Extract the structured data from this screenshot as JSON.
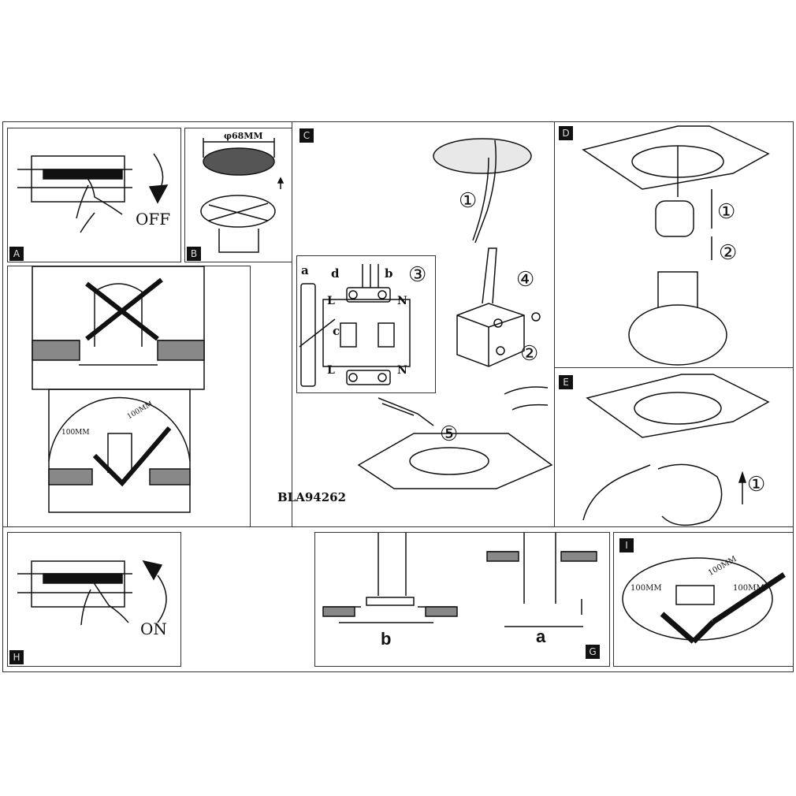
{
  "model_code": "BLA94262",
  "panels": {
    "A": {
      "label": "A",
      "state": "OFF"
    },
    "B": {
      "label": "B",
      "diameter": "φ68MM"
    },
    "C": {
      "label": "C",
      "steps": [
        "①",
        "②",
        "③",
        "④",
        "⑤"
      ],
      "wire_labels": [
        "a",
        "b",
        "c",
        "d"
      ],
      "terminals": [
        "L",
        "N",
        "L",
        "N"
      ]
    },
    "D": {
      "label": "D",
      "steps": [
        "①",
        "②"
      ]
    },
    "E": {
      "label": "E",
      "steps": [
        "①"
      ]
    },
    "G": {
      "label": "G",
      "sub": [
        "b",
        "a"
      ]
    },
    "H": {
      "label": "H",
      "state": "ON"
    },
    "I": {
      "label": "I",
      "clearance": "100MM"
    }
  },
  "colors": {
    "line": "#111111",
    "background": "#ffffff",
    "label_bg": "#111111"
  }
}
